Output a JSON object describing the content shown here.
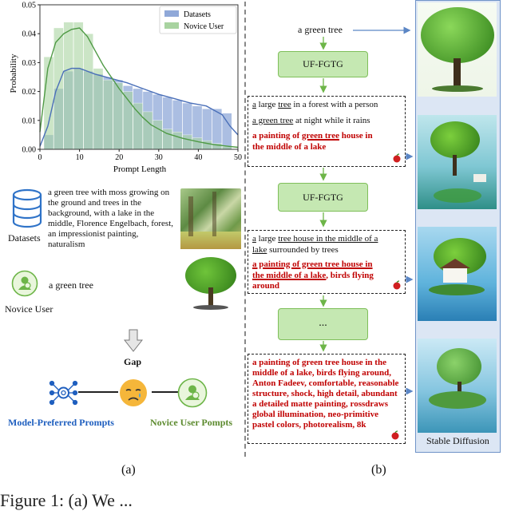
{
  "chart_data": {
    "type": "histogram",
    "xlabel": "Prompt Length",
    "ylabel": "Probability",
    "xlim": [
      0,
      50
    ],
    "ylim": [
      0,
      0.05
    ],
    "x_ticks": [
      "0",
      "10",
      "20",
      "30",
      "40",
      "50"
    ],
    "y_ticks": [
      "0.00",
      "0.01",
      "0.02",
      "0.03",
      "0.04",
      "0.05"
    ],
    "bin_edges": [
      1,
      3.5,
      6,
      8.5,
      11,
      13.5,
      16,
      18.5,
      21,
      23.5,
      26,
      28.5,
      31,
      33.5,
      36,
      38.5,
      41,
      43.5,
      46,
      48.5
    ],
    "legend_position": "top-right",
    "series": [
      {
        "name": "Datasets",
        "color": "#8fa8d8",
        "values": [
          0.005,
          0.021,
          0.027,
          0.028,
          0.027,
          0.026,
          0.025,
          0.024,
          0.022,
          0.021,
          0.02,
          0.019,
          0.018,
          0.017,
          0.016,
          0.015,
          0.014,
          0.014,
          0.0125
        ]
      },
      {
        "name": "Novice User",
        "color": "#a8d3a0",
        "values": [
          0.032,
          0.042,
          0.044,
          0.044,
          0.04,
          0.028,
          0.024,
          0.023,
          0.02,
          0.016,
          0.013,
          0.01,
          0.007,
          0.006,
          0.005,
          0.004,
          0.003,
          0.002,
          0.001
        ]
      }
    ],
    "kde": {
      "Datasets": [
        [
          0,
          0.001
        ],
        [
          2,
          0.008
        ],
        [
          4,
          0.02
        ],
        [
          6,
          0.027
        ],
        [
          8,
          0.028
        ],
        [
          10,
          0.028
        ],
        [
          14,
          0.026
        ],
        [
          18,
          0.0245
        ],
        [
          22,
          0.023
        ],
        [
          26,
          0.021
        ],
        [
          30,
          0.019
        ],
        [
          34,
          0.0175
        ],
        [
          38,
          0.016
        ],
        [
          42,
          0.015
        ],
        [
          46,
          0.012
        ],
        [
          48,
          0.008
        ],
        [
          50,
          0.005
        ]
      ],
      "Novice User": [
        [
          0,
          0.006
        ],
        [
          2,
          0.028
        ],
        [
          4,
          0.037
        ],
        [
          6,
          0.04
        ],
        [
          8,
          0.0415
        ],
        [
          10,
          0.042
        ],
        [
          12,
          0.039
        ],
        [
          14,
          0.034
        ],
        [
          16,
          0.029
        ],
        [
          18,
          0.025
        ],
        [
          20,
          0.021
        ],
        [
          22,
          0.0175
        ],
        [
          24,
          0.014
        ],
        [
          26,
          0.011
        ],
        [
          28,
          0.0085
        ],
        [
          30,
          0.007
        ],
        [
          32,
          0.0055
        ],
        [
          36,
          0.0038
        ],
        [
          40,
          0.0026
        ],
        [
          44,
          0.0016
        ],
        [
          48,
          0.001
        ],
        [
          50,
          0.0007
        ]
      ]
    }
  },
  "left": {
    "datasets_prompt": "a green tree with moss growing on the ground and trees in the background, with a lake in the middle, Florence Engelbach, forest, an impressionist painting, naturalism",
    "datasets_label": "Datasets",
    "novice_prompt": "a green tree",
    "novice_label": "Novice User",
    "gap_label": "Gap",
    "model_preferred_label": "Model-Preferred Prompts",
    "novice_user_prompts_label": "Novice User Pompts",
    "caption": "(a)"
  },
  "right": {
    "input": "a green tree",
    "model_label": "UF-FGTG",
    "ellipsis": "...",
    "box1": {
      "line1": [
        "a",
        " large ",
        "tree",
        " in a forest with a person"
      ],
      "line2": [
        "a green tree",
        "  at night while it rains"
      ],
      "line3": [
        "a painting of ",
        "green tree",
        " house in",
        "the middle of a lake"
      ]
    },
    "box2": {
      "line1": [
        "a",
        " large ",
        "tree house in the middle of a",
        "lake",
        " surrounded by trees"
      ],
      "line2": [
        "a painting of green tree house in",
        "the middle of a lake",
        ", birds flying",
        "around"
      ]
    },
    "box3": "a painting of green tree house in the middle of a lake, birds flying around, Anton Fadeev, comfortable, reasonable structure, shock, high detail, abundant a detailed matte painting, rossdraws global illumination, neo-primitive pastel colors, photorealism, 8k",
    "sd_label": "Stable Diffusion",
    "caption": "(b)"
  },
  "colors": {
    "red_text": "#c00000",
    "model_blue": "#1f5fbf",
    "novice_green": "#5c8a2e",
    "sd_panel": "#dce6f4"
  },
  "footer": "Figure 1: (a) We ..."
}
